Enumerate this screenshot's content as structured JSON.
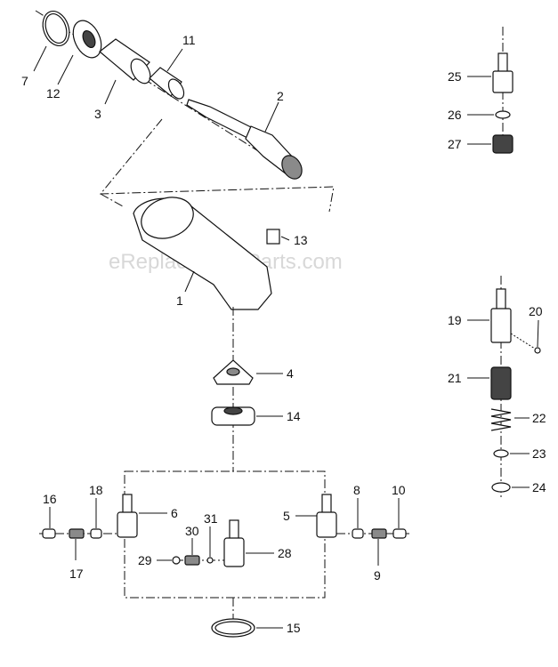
{
  "watermark": "eReplacementParts.com",
  "callouts": [
    "7",
    "12",
    "3",
    "11",
    "2",
    "13",
    "1",
    "4",
    "14",
    "6",
    "5",
    "16",
    "18",
    "17",
    "30",
    "31",
    "29",
    "28",
    "8",
    "10",
    "9",
    "15",
    "25",
    "26",
    "27",
    "19",
    "20",
    "21",
    "22",
    "23",
    "24"
  ]
}
